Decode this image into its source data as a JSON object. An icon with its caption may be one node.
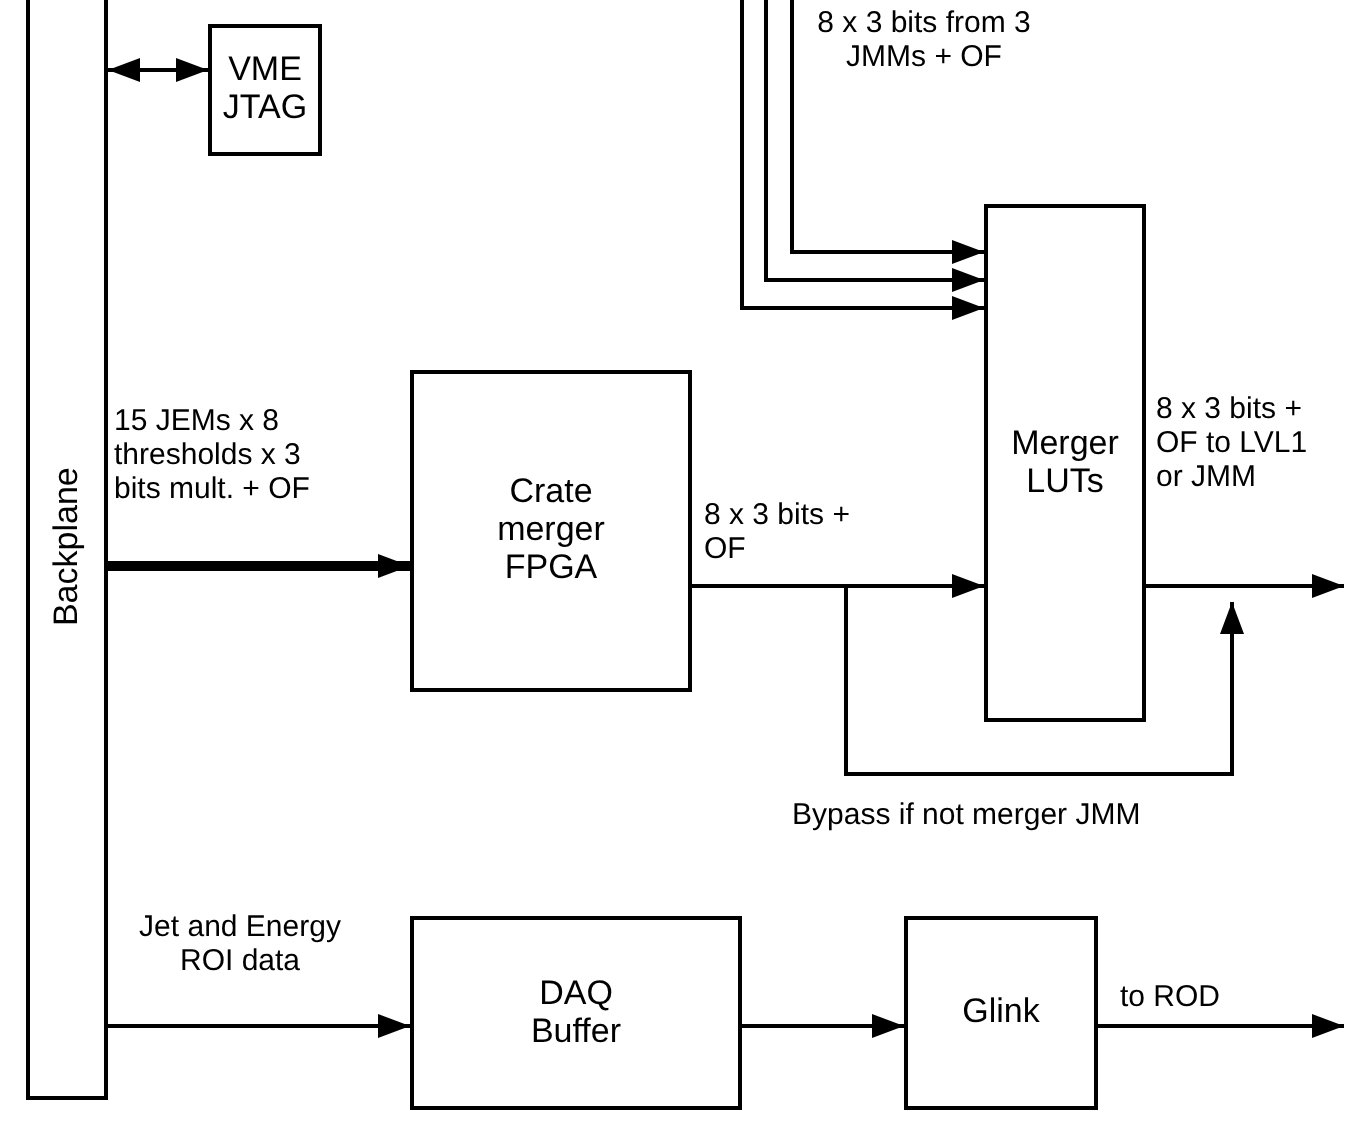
{
  "diagram": {
    "nodes": [
      {
        "text": [
          "Backplane"
        ]
      },
      {
        "text": [
          "VME JTAG"
        ]
      },
      {
        "text": [
          "Crate merger FPGA"
        ]
      },
      {
        "text": [
          "Merger LUTs"
        ]
      },
      {
        "text": [
          "DAQ Buffer"
        ]
      },
      {
        "text": [
          "Glink"
        ]
      }
    ],
    "edges": [
      {
        "from": 0,
        "to": 1,
        "arrow": "both"
      },
      {
        "from": 0,
        "to": 2,
        "arrow": "to",
        "style": "thick",
        "label": "15 JEMs x 8 thresholds x 3 bits mult. + OF"
      },
      {
        "from": 2,
        "to": 3,
        "arrow": "to",
        "label": "8 x 3 bits + OF"
      },
      {
        "from": null,
        "to": 3,
        "arrow": "to"
      },
      {
        "from": null,
        "to": 3,
        "arrow": "to"
      },
      {
        "from": null,
        "to": 3,
        "arrow": "to"
      },
      {
        "from": 3,
        "to": null,
        "arrow": "to",
        "label": "8 x 3 bits + OF to LVL1 or JMM"
      },
      {
        "from": 2,
        "to": null,
        "arrow": "to",
        "label": "Bypass if not merger JMM"
      },
      {
        "from": 0,
        "to": 4,
        "arrow": "to",
        "label": "Jet and Energy ROI data"
      },
      {
        "from": 4,
        "to": 5,
        "arrow": "to"
      },
      {
        "from": 5,
        "to": null,
        "arrow": "to",
        "label": "to ROD"
      }
    ],
    "labels": [
      "8 x 3 bits from 3 JMMs + OF"
    ]
  }
}
